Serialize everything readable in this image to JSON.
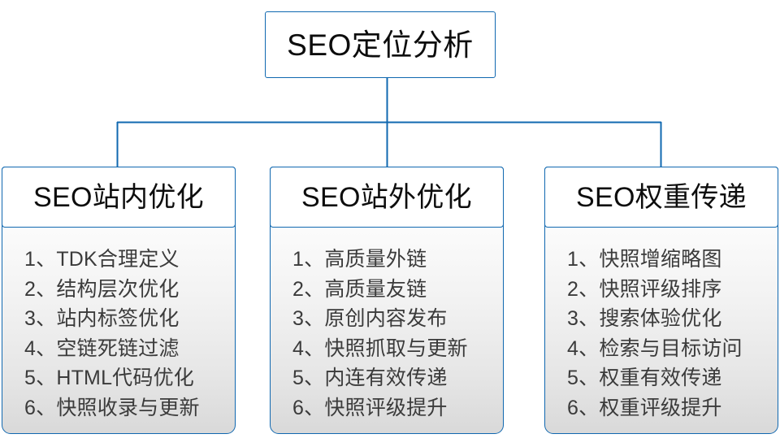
{
  "diagram": {
    "type": "org-tree",
    "orientation": "top-down",
    "accent_color": "#1068b0",
    "text_color": "#0d0d0d",
    "item_text_color": "#3b3b3b",
    "background": "#ffffff",
    "root": {
      "label": "SEO定位分析"
    },
    "branches": [
      {
        "title": "SEO站内优化",
        "items": [
          {
            "index": "1、",
            "text": "TDK合理定义"
          },
          {
            "index": "2、",
            "text": "结构层次优化"
          },
          {
            "index": "3、",
            "text": "站内标签优化"
          },
          {
            "index": "4、",
            "text": "空链死链过滤"
          },
          {
            "index": "5、",
            "text": "HTML代码优化"
          },
          {
            "index": "6、",
            "text": "快照收录与更新"
          }
        ]
      },
      {
        "title": "SEO站外优化",
        "items": [
          {
            "index": "1、",
            "text": "高质量外链"
          },
          {
            "index": "2、",
            "text": "高质量友链"
          },
          {
            "index": "3、",
            "text": "原创内容发布"
          },
          {
            "index": "4、",
            "text": "快照抓取与更新"
          },
          {
            "index": "5、",
            "text": "内连有效传递"
          },
          {
            "index": "6、",
            "text": "快照评级提升"
          }
        ]
      },
      {
        "title": "SEO权重传递",
        "items": [
          {
            "index": "1、",
            "text": "快照增缩略图"
          },
          {
            "index": "2、",
            "text": "快照评级排序"
          },
          {
            "index": "3、",
            "text": "搜索体验优化"
          },
          {
            "index": "4、",
            "text": "检索与目标访问"
          },
          {
            "index": "5、",
            "text": "权重有效传递"
          },
          {
            "index": "6、",
            "text": "权重评级提升"
          }
        ]
      }
    ]
  }
}
